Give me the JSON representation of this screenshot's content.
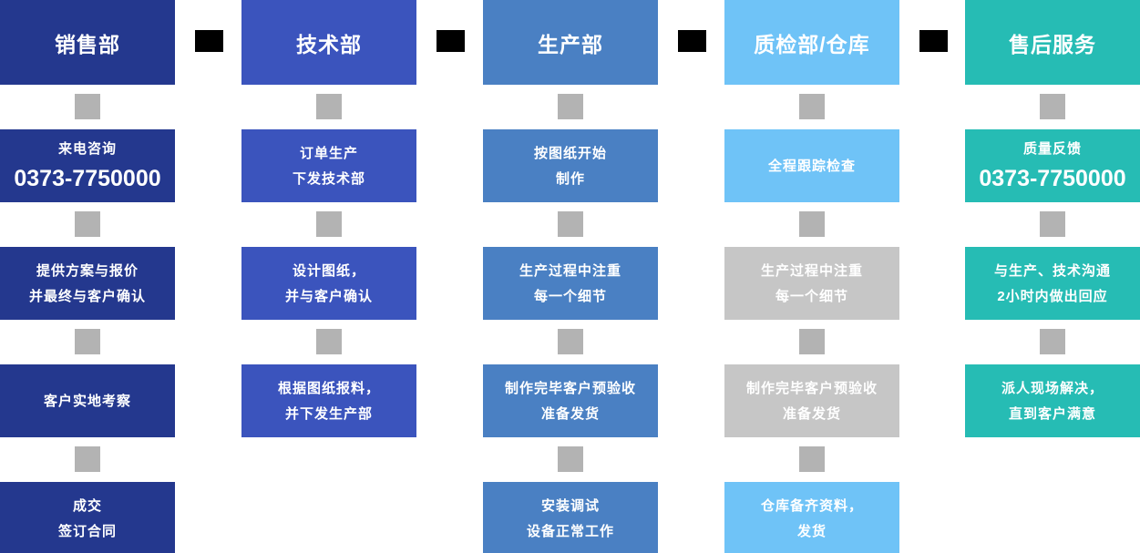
{
  "colors": {
    "sales": "#24388e",
    "tech": "#3b54bd",
    "production": "#4a80c3",
    "qa_warehouse": "#6fc3f7",
    "aftersales": "#26bcb4",
    "muted_box": "#c6c6c6",
    "connector_gray": "#b3b3b3",
    "connector_black": "#000000",
    "text": "#ffffff"
  },
  "columns": [
    {
      "header": "销售部",
      "steps": [
        {
          "lines": [
            "来电咨询",
            "0373-7750000"
          ]
        },
        {
          "lines": [
            "提供方案与报价",
            "并最终与客户确认"
          ]
        },
        {
          "lines": [
            "客户实地考察"
          ]
        },
        {
          "lines": [
            "成交",
            "签订合同"
          ]
        }
      ]
    },
    {
      "header": "技术部",
      "steps": [
        {
          "lines": [
            "订单生产",
            "下发技术部"
          ]
        },
        {
          "lines": [
            "设计图纸，",
            "并与客户确认"
          ]
        },
        {
          "lines": [
            "根据图纸报料，",
            "并下发生产部"
          ]
        }
      ]
    },
    {
      "header": "生产部",
      "steps": [
        {
          "lines": [
            "按图纸开始",
            "制作"
          ]
        },
        {
          "lines": [
            "生产过程中注重",
            "每一个细节"
          ]
        },
        {
          "lines": [
            "制作完毕客户预验收",
            "准备发货"
          ]
        },
        {
          "lines": [
            "安装调试",
            "设备正常工作"
          ]
        }
      ]
    },
    {
      "header": "质检部/仓库",
      "steps": [
        {
          "lines": [
            "全程跟踪检查"
          ]
        },
        {
          "lines": [
            "生产过程中注重",
            "每一个细节"
          ]
        },
        {
          "lines": [
            "制作完毕客户预验收",
            "准备发货"
          ]
        },
        {
          "lines": [
            "仓库备齐资料，",
            "发货"
          ]
        }
      ]
    },
    {
      "header": "售后服务",
      "steps": [
        {
          "lines": [
            "质量反馈",
            "0373-7750000"
          ]
        },
        {
          "lines": [
            "与生产、技术沟通",
            "2小时内做出回应"
          ]
        },
        {
          "lines": [
            "派人现场解决，",
            "直到客户满意"
          ]
        }
      ]
    }
  ]
}
